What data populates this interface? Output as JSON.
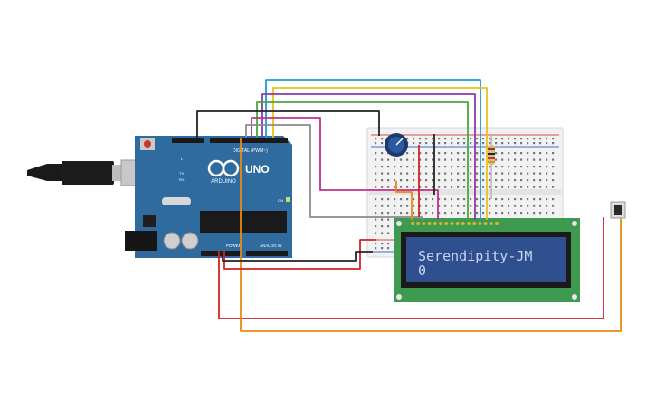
{
  "lcd": {
    "line1": "Serendipity-JM",
    "line2": "0"
  },
  "arduino": {
    "brand": "ARDUINO",
    "model": "UNO",
    "digital_header": "DIGITAL (PWM~)",
    "power_header": "POWER",
    "analog_header": "ANALOG IN",
    "tx_label": "TX",
    "rx_label": "RX",
    "l_label": "L",
    "on_label": "ON"
  },
  "colors": {
    "board": "#2f6b9e",
    "breadboard": "#f2f2f2",
    "lcd_pcb": "#3e9a4e",
    "lcd_screen": "#2f4f8f",
    "wire_red": "#d32222",
    "wire_orange": "#e88a10",
    "wire_black": "#222222",
    "wire_blue": "#1e9bd8",
    "wire_yellow": "#e7c21b",
    "wire_purple": "#8e3aa6",
    "wire_green": "#49a83b",
    "wire_magenta": "#c0308c",
    "wire_gray": "#8a8a8a"
  }
}
